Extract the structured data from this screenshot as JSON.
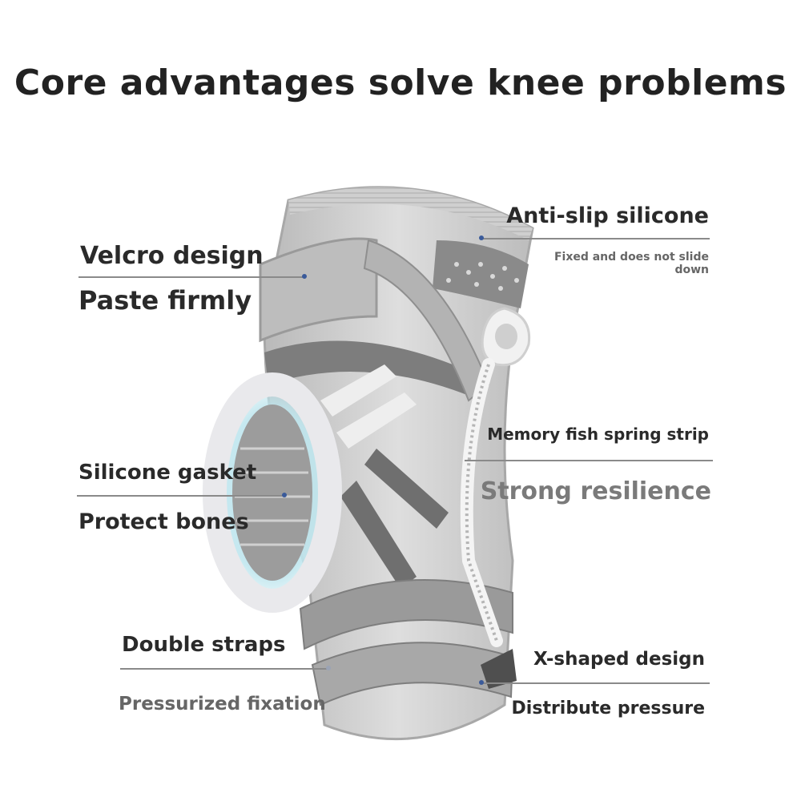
{
  "title": "Core advantages solve knee problems",
  "features": {
    "velcro": {
      "heading": "Velcro design",
      "sub": "Paste firmly"
    },
    "silicone_gasket": {
      "heading": "Silicone gasket",
      "sub": "Protect bones"
    },
    "double_straps": {
      "heading": "Double straps",
      "sub": "Pressurized fixation"
    },
    "anti_slip": {
      "heading": "Anti-slip silicone",
      "sub": "Fixed and does not slide down"
    },
    "spring_strip": {
      "heading": "Memory fish spring strip",
      "sub": "Strong resilience"
    },
    "x_shaped": {
      "heading": "X-shaped design",
      "sub": "Distribute pressure"
    }
  },
  "colors": {
    "text": "#222222",
    "accent_dot": "#3a5a9a",
    "sleeve": "#c9c9c9",
    "strap": "#9a9a9a"
  },
  "icons": [
    "knee-brace-illustration",
    "silicone-ring",
    "spring-strip"
  ]
}
